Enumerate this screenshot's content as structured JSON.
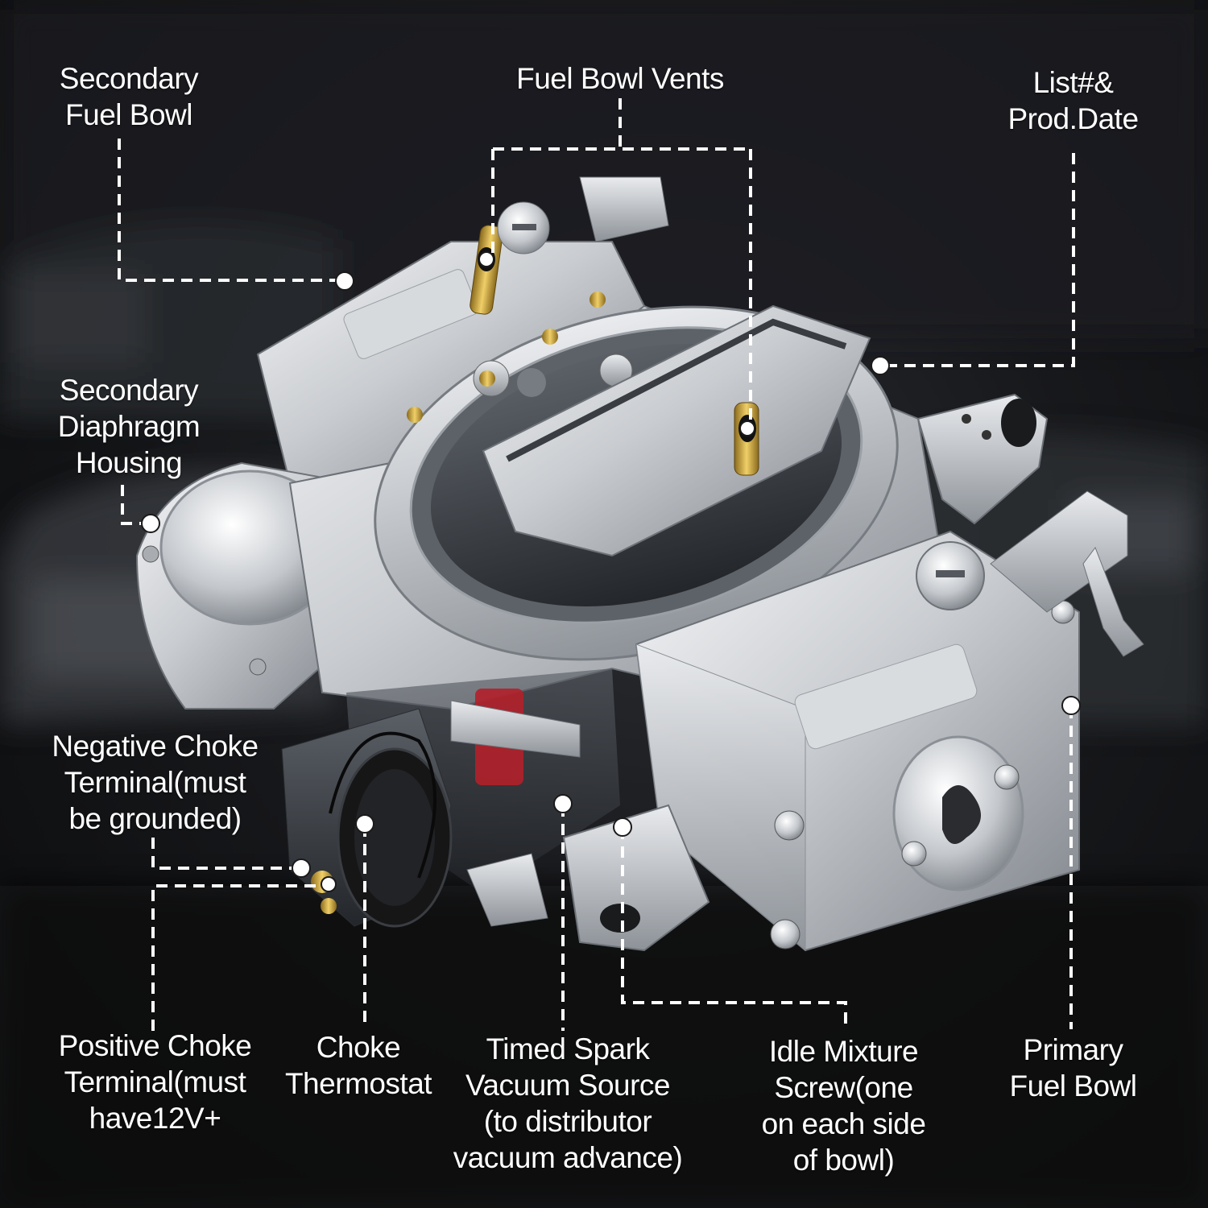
{
  "labels": {
    "secondary_fuel_bowl": "Secondary\nFuel Bowl",
    "fuel_bowl_vents": "Fuel Bowl Vents",
    "list_prod_date": "List#&\nProd.Date",
    "secondary_diaphragm_housing": "Secondary\nDiaphragm\nHousing",
    "negative_choke_terminal": "Negative Choke\nTerminal(must\nbe grounded)",
    "positive_choke_terminal": "Positive Choke\nTerminal(must\nhave12V+",
    "choke_thermostat": "Choke\nThermostat",
    "timed_spark_vacuum_source": "Timed Spark\nVacuum Source\n(to distributor\nvacuum advance)",
    "idle_mixture_screw": "Idle Mixture\nScrew(one\non each side\nof bowl)",
    "primary_fuel_bowl": "Primary\nFuel Bowl"
  },
  "colors": {
    "background": "#121315",
    "leader": "#ffffff",
    "aluminum": "#c9ccd0",
    "brass": "#c8a23a",
    "choke_black": "#151515",
    "red_accent": "#b3202a"
  }
}
